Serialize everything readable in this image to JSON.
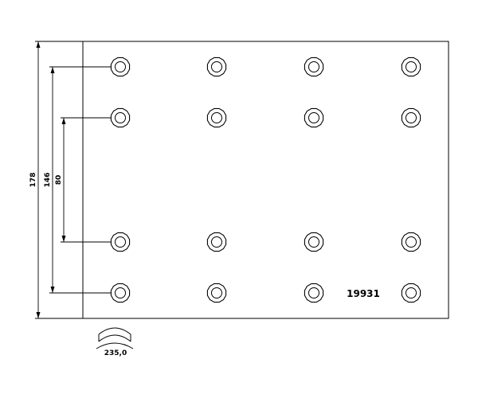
{
  "part_number": "19931",
  "dimensions": {
    "overall_height": "178",
    "outer_hole_spacing": "146",
    "inner_hole_spacing": "80",
    "arc_length": "235,0"
  },
  "hole_grid": {
    "rows": 4,
    "columns": 4
  }
}
